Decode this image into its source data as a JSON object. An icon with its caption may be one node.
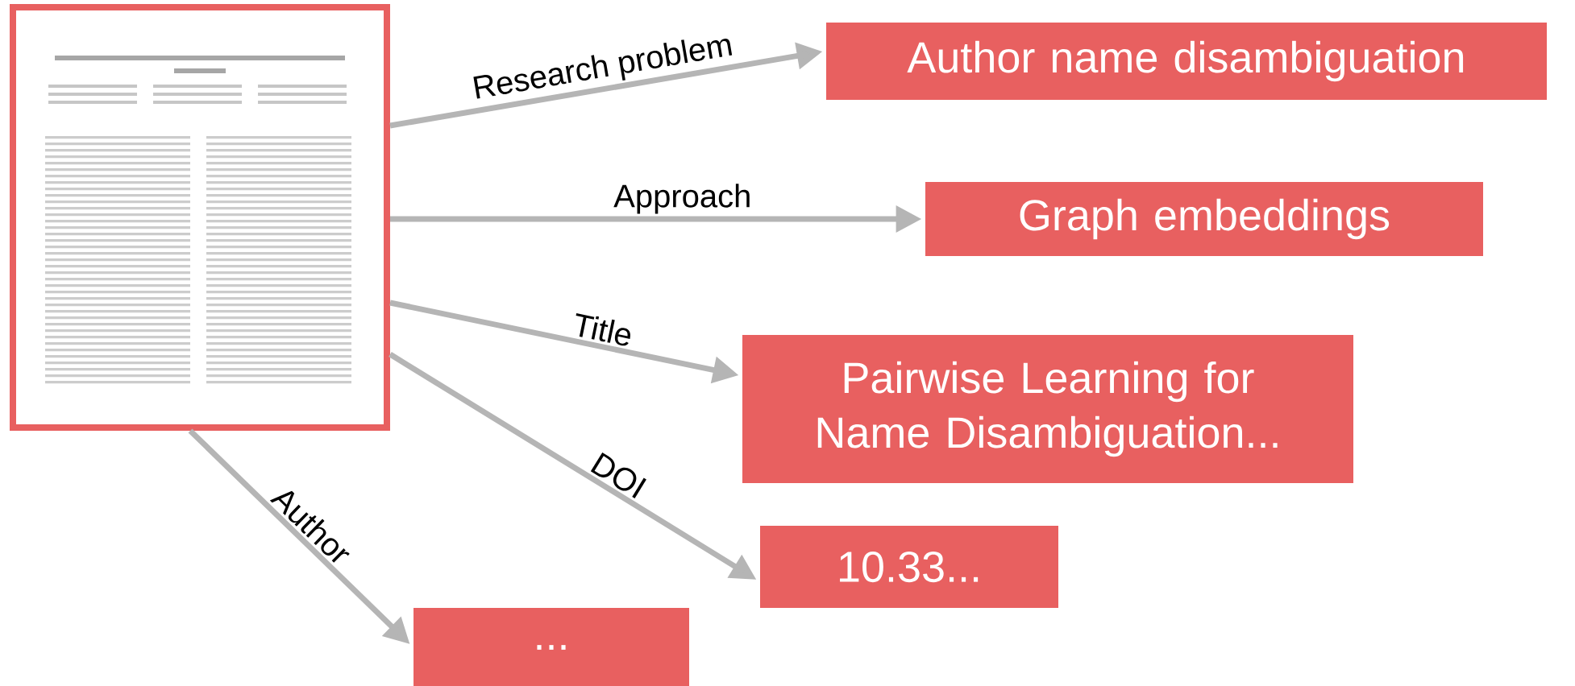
{
  "diagram": {
    "nodes": [
      {
        "text": [],
        "shape": "picture"
      },
      {
        "text": [
          "Author name disambiguation"
        ]
      },
      {
        "text": [
          "Graph embeddings"
        ]
      },
      {
        "text": [
          "Pairwise Learning for Name Disambiguation..."
        ]
      },
      {
        "text": [
          "10.33..."
        ]
      },
      {
        "text": [
          "..."
        ]
      }
    ],
    "edges": [
      {
        "from": 0,
        "to": 1,
        "arrow": "to",
        "label": "Research problem"
      },
      {
        "from": 0,
        "to": 2,
        "arrow": "to",
        "label": "Approach"
      },
      {
        "from": 0,
        "to": 3,
        "arrow": "to",
        "label": "Title"
      },
      {
        "from": 0,
        "to": 4,
        "arrow": "to",
        "label": "DOI"
      },
      {
        "from": 0,
        "to": 5,
        "arrow": "to",
        "label": "Author"
      }
    ]
  }
}
